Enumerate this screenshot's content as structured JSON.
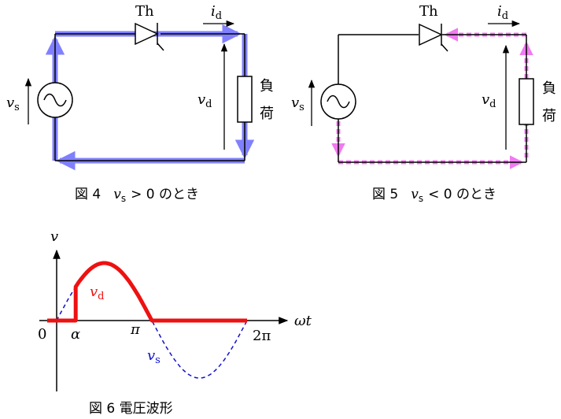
{
  "fig4": {
    "thyristor_label": "Th",
    "current_label": "i",
    "current_sub": "d",
    "vs_label": "v",
    "vs_sub": "s",
    "vd_label": "v",
    "vd_sub": "d",
    "load_char1": "負",
    "load_char2": "荷",
    "caption_prefix": "図 4",
    "caption_var": "v",
    "caption_sub": "s",
    "caption_suffix": "> 0 のとき",
    "path_color": "#6b6bff"
  },
  "fig5": {
    "thyristor_label": "Th",
    "current_label": "i",
    "current_sub": "d",
    "vs_label": "v",
    "vs_sub": "s",
    "vd_label": "v",
    "vd_sub": "d",
    "load_char1": "負",
    "load_char2": "荷",
    "caption_prefix": "図 5",
    "caption_var": "v",
    "caption_sub": "s",
    "caption_suffix": "< 0 のとき",
    "path_color": "#f07af0"
  },
  "fig6": {
    "y_axis_label": "v",
    "x_axis_label": "ωt",
    "origin_label": "0",
    "alpha_label": "α",
    "pi_label": "π",
    "two_pi_label": "2π",
    "vd_label": "v",
    "vd_sub": "d",
    "vs_label": "v",
    "vs_sub": "s",
    "caption": "図 6  電圧波形",
    "vd_color": "#ee1111",
    "vs_color": "#1111cc",
    "firing_angle_fraction": 0.2
  }
}
